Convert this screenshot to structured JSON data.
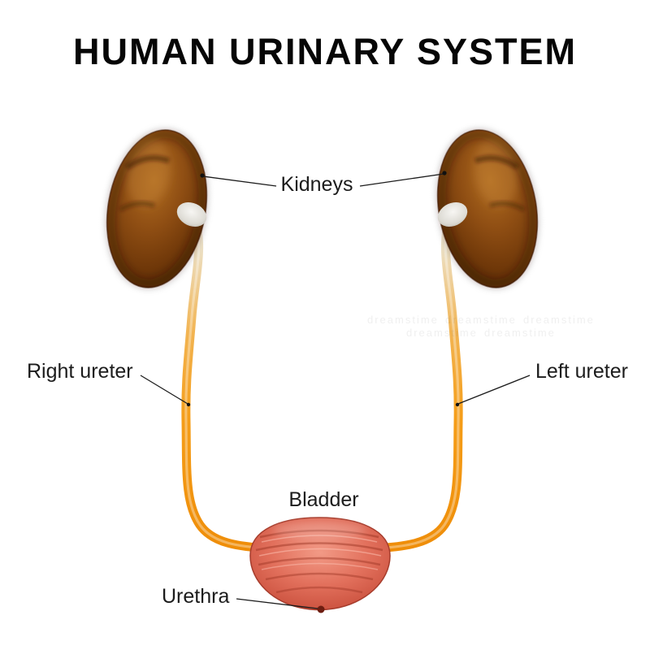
{
  "title": "HUMAN URINARY SYSTEM",
  "labels": {
    "kidneys": "Kidneys",
    "right_ureter": "Right ureter",
    "left_ureter": "Left ureter",
    "bladder": "Bladder",
    "urethra": "Urethra"
  },
  "watermark": "dreamstime",
  "colors": {
    "kidney_brown": "#8f4e13",
    "kidney_dark_rim": "#431f04",
    "renal_pelvis_white": "#e9e7e0",
    "ureter_orange": "#f59d18",
    "bladder_red": "#cc5340",
    "bladder_highlight": "#f29a86",
    "urethra_opening_dark": "#6d1d10",
    "label_text": "#1c1c1c",
    "background": "#ffffff"
  }
}
